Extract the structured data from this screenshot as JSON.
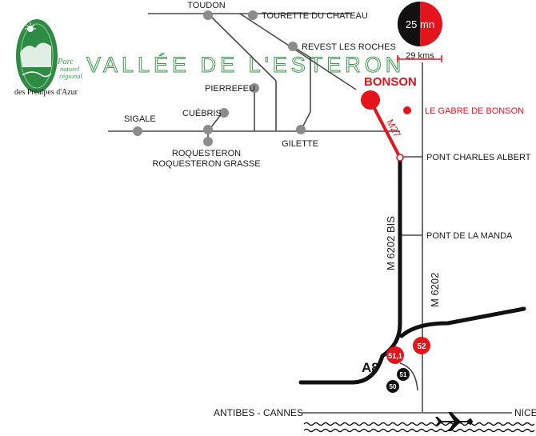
{
  "title": "VALLÉE DE L'ESTERON",
  "park_logo": {
    "line1": "Parc",
    "line2": "naturel",
    "line3": "régional",
    "line4": "des Préalpes d'Azur"
  },
  "timer": {
    "label": "25 mn",
    "distance": "29 kms",
    "colors": {
      "dark": "#111111",
      "accent": "#e3141b"
    }
  },
  "destination": "BONSON",
  "places": {
    "toudon": "TOUDON",
    "tourette": "TOURETTE DU CHATEAU",
    "revest": "REVEST LES ROCHES",
    "pierrefeu": "PIERREFEU",
    "cuebris": "CUÉBRIS",
    "sigale": "SIGALE",
    "roquesteron": "ROQUESTERON",
    "roquesteron_grasse": "ROQUESTERON GRASSE",
    "gilette": "GILETTE",
    "gabre": "LE GABRE DE BONSON",
    "pont_charles": "PONT CHARLES ALBERT",
    "pont_manda": "PONT DE LA MANDA"
  },
  "roads": {
    "m27": "M27",
    "m6202bis": "M 6202 BIS",
    "m6202": "M 6202",
    "a8": "A8"
  },
  "exits": {
    "e52": "52",
    "e511": "51,1",
    "e51": "51",
    "e50": "50"
  },
  "bottom": {
    "left": "ANTIBES - CANNES",
    "right": "NICE"
  },
  "icons": {
    "plane": "airplane-icon"
  }
}
